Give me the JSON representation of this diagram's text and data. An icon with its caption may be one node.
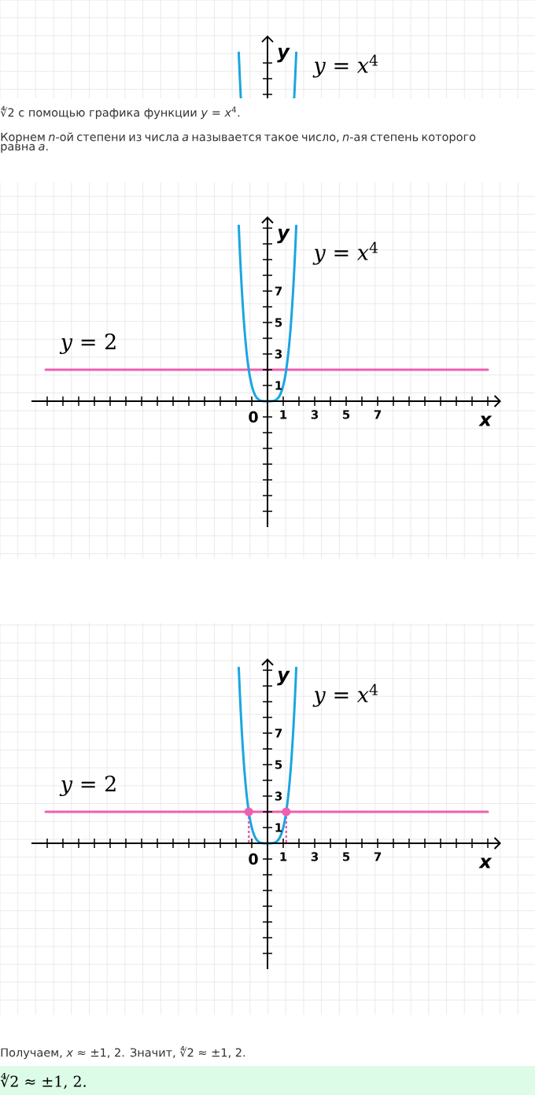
{
  "diagram": {
    "labels": [
      "y",
      "*y* = *x*$^{4}$",
      "∜2 с помощью графика функции *y* = *x*$^{4}$.",
      "Корнем *n*-ой степени из числа *a* называется такое число, *n*-ая степень которого равна *a*.",
      "y",
      "*y* = *x*$^{4}$",
      "7",
      "5",
      "3",
      "1",
      "*y* = 2",
      "0",
      "1",
      "3",
      "5",
      "7",
      "x",
      "y",
      "*y* = *x*$^{4}$",
      "7",
      "5",
      "3",
      "1",
      "*y* = 2",
      "0",
      "1",
      "3",
      "5",
      "7",
      "x",
      "Получаем, *x* ≈ ±1, 2. Значит, ∜2 ≈ ±1, 2.",
      "∜2 ≈ ±1, 2."
    ]
  }
}
